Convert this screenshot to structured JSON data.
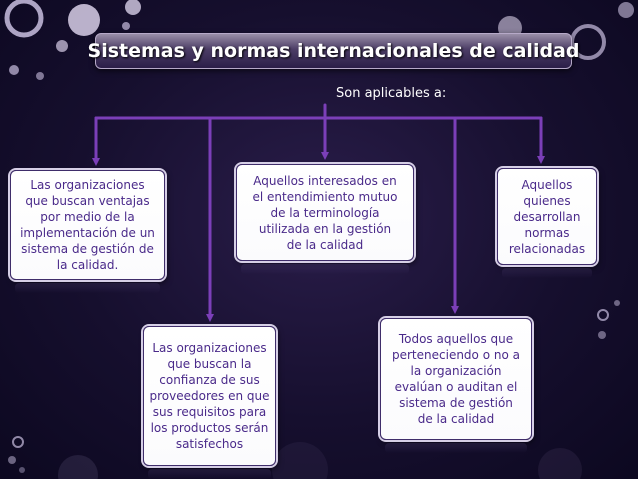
{
  "title": "Sistemas y normas internacionales de calidad",
  "subtitle": "Son aplicables a:",
  "colors": {
    "accent": "#6c35a8",
    "connector": "#7b3fb8",
    "box_text": "#4a2a8a",
    "background": "#160f2e"
  },
  "boxes": [
    {
      "id": "box1",
      "text": "Las organizaciones\nque buscan ventajas\npor medio de la\nimplementación de un\nsistema de gestión de\nla calidad."
    },
    {
      "id": "box2",
      "text": "Las organizaciones\nque buscan la\nconfianza de sus\nproveedores en que\nsus requisitos para\nlos productos serán\nsatisfechos"
    },
    {
      "id": "box3",
      "text": "Aquellos interesados en\nel entendimiento mutuo\nde la terminología\nutilizada en la gestión\nde la calidad"
    },
    {
      "id": "box4",
      "text": "Todos aquellos que\nperteneciendo o no a\nla organización\nevalúan o auditan el\nsistema de gestión\nde la calidad"
    },
    {
      "id": "box5",
      "text": "Aquellos\nquienes\ndesarrollan\nnormas\nrelacionadas"
    }
  ]
}
